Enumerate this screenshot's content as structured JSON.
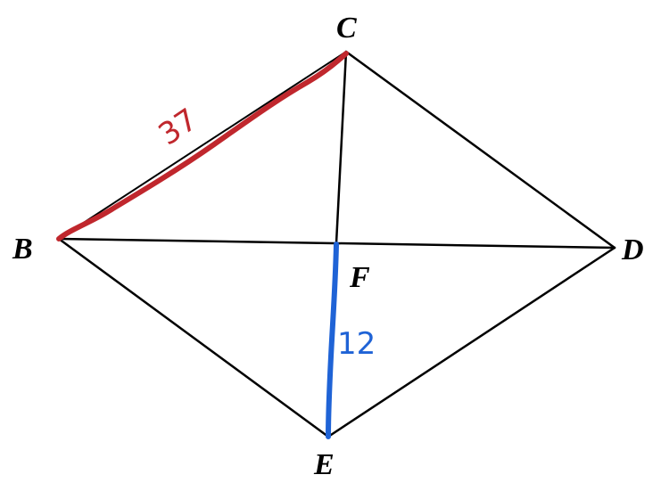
{
  "diagram": {
    "vertices": {
      "B": "B",
      "C": "C",
      "D": "D",
      "E": "E",
      "F": "F"
    },
    "annotations": {
      "bc_length": "37",
      "fe_length": "12"
    },
    "colors": {
      "background": "#ffffff",
      "edges": "#000000",
      "bc_highlight": "#c0272d",
      "fe_highlight": "#1f63d6"
    }
  }
}
